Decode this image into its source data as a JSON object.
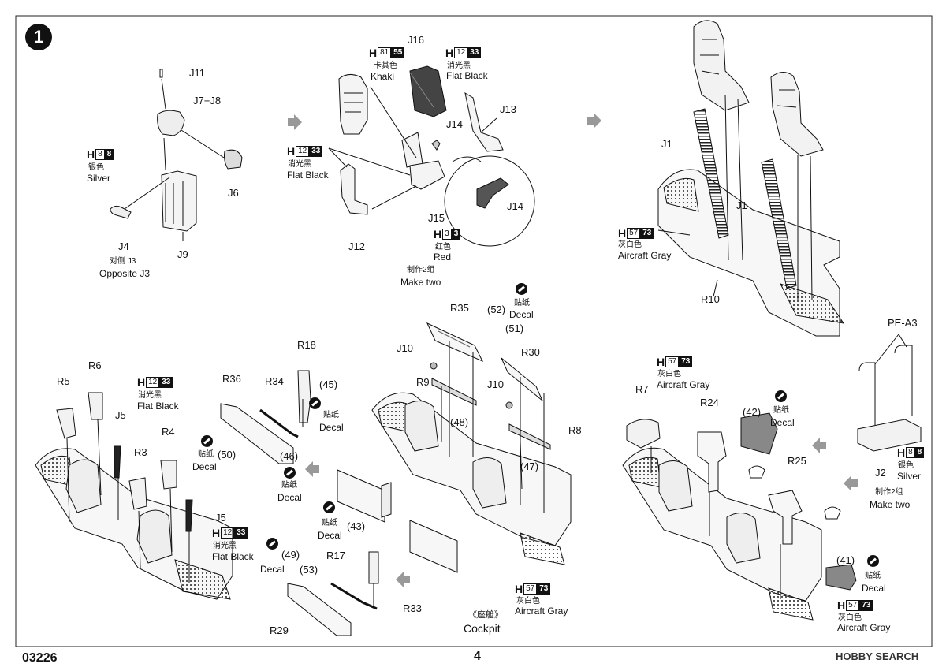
{
  "step_number": "1",
  "footer": {
    "code": "03226",
    "page": "4",
    "watermark": "HOBBY SEARCH"
  },
  "parts": {
    "J11": "J11",
    "J7J8": "J7+J8",
    "J6": "J6",
    "J4": "J4",
    "J9": "J9",
    "J16": "J16",
    "J13": "J13",
    "J14a": "J14",
    "J14b": "J14",
    "J15": "J15",
    "J12": "J12",
    "J1a": "J1",
    "J1b": "J1",
    "R10": "R10",
    "PEA3": "PE-A3",
    "J2": "J2",
    "R5": "R5",
    "R6": "R6",
    "J5a": "J5",
    "R3": "R3",
    "R4": "R4",
    "J5b": "J5",
    "R36": "R36",
    "R34": "R34",
    "R18": "R18",
    "p45": "(45)",
    "p50": "(50)",
    "p46": "(46)",
    "R35": "R35",
    "p52": "(52)",
    "p51": "(51)",
    "J10a": "J10",
    "R30": "R30",
    "R9": "R9",
    "J10b": "J10",
    "p48": "(48)",
    "R8": "R8",
    "p47": "(47)",
    "p43": "(43)",
    "R17": "R17",
    "p49": "(49)",
    "p53": "(53)",
    "R33": "R33",
    "R29": "R29",
    "R7": "R7",
    "R24": "R24",
    "p42": "(42)",
    "R25": "R25",
    "p41": "(41)"
  },
  "notes": {
    "opposite_cn": "对侧 J3",
    "opposite_en": "Opposite J3",
    "make_two_cn": "制作2组",
    "make_two_en": "Make two",
    "make_two2_cn": "制作2组",
    "make_two2_en": "Make two",
    "cockpit_cn": "《座舱》",
    "cockpit_en": "Cockpit"
  },
  "paints": {
    "silver1": {
      "h": "H",
      "code": "8",
      "dark": "8",
      "cn": "银色",
      "en": "Silver"
    },
    "khaki": {
      "h": "H",
      "code": "81",
      "dark": "55",
      "cn": "卡其色",
      "en": "Khaki"
    },
    "flatblack1": {
      "h": "H",
      "code": "12",
      "dark": "33",
      "cn": "消光黑",
      "en": "Flat Black"
    },
    "flatblack2": {
      "h": "H",
      "code": "12",
      "dark": "33",
      "cn": "消光黑",
      "en": "Flat Black"
    },
    "red": {
      "h": "H",
      "code": "3",
      "dark": "3",
      "cn": "红色",
      "en": "Red"
    },
    "gray1": {
      "h": "H",
      "code": "57",
      "dark": "73",
      "cn": "灰白色",
      "en": "Aircraft Gray"
    },
    "silver2": {
      "h": "H",
      "code": "8",
      "dark": "8",
      "cn": "银色",
      "en": "Silver"
    },
    "flatblack3": {
      "h": "H",
      "code": "12",
      "dark": "33",
      "cn": "消光黑",
      "en": "Flat Black"
    },
    "flatblack4": {
      "h": "H",
      "code": "12",
      "dark": "33",
      "cn": "消光黑",
      "en": "Flat Black"
    },
    "gray2": {
      "h": "H",
      "code": "57",
      "dark": "73",
      "cn": "灰白色",
      "en": "Aircraft Gray"
    },
    "gray3": {
      "h": "H",
      "code": "57",
      "dark": "73",
      "cn": "灰白色",
      "en": "Aircraft Gray"
    },
    "gray4": {
      "h": "H",
      "code": "57",
      "dark": "73",
      "cn": "灰白色",
      "en": "Aircraft Gray"
    }
  },
  "decals": {
    "d1": {
      "cn": "贴纸",
      "en": "Decal"
    },
    "d2": {
      "cn": "贴纸",
      "en": "Decal"
    },
    "d3": {
      "cn": "贴纸",
      "en": "Decal"
    },
    "d4": {
      "cn": "贴纸",
      "en": "Decal"
    },
    "d5": {
      "cn": "贴纸",
      "en": "Decal"
    },
    "d6": {
      "cn": "贴纸",
      "en": "Decal"
    },
    "d7": {
      "cn": "贴纸",
      "en": "Decal"
    },
    "d8": {
      "cn": "贴纸",
      "en": "Decal"
    }
  }
}
